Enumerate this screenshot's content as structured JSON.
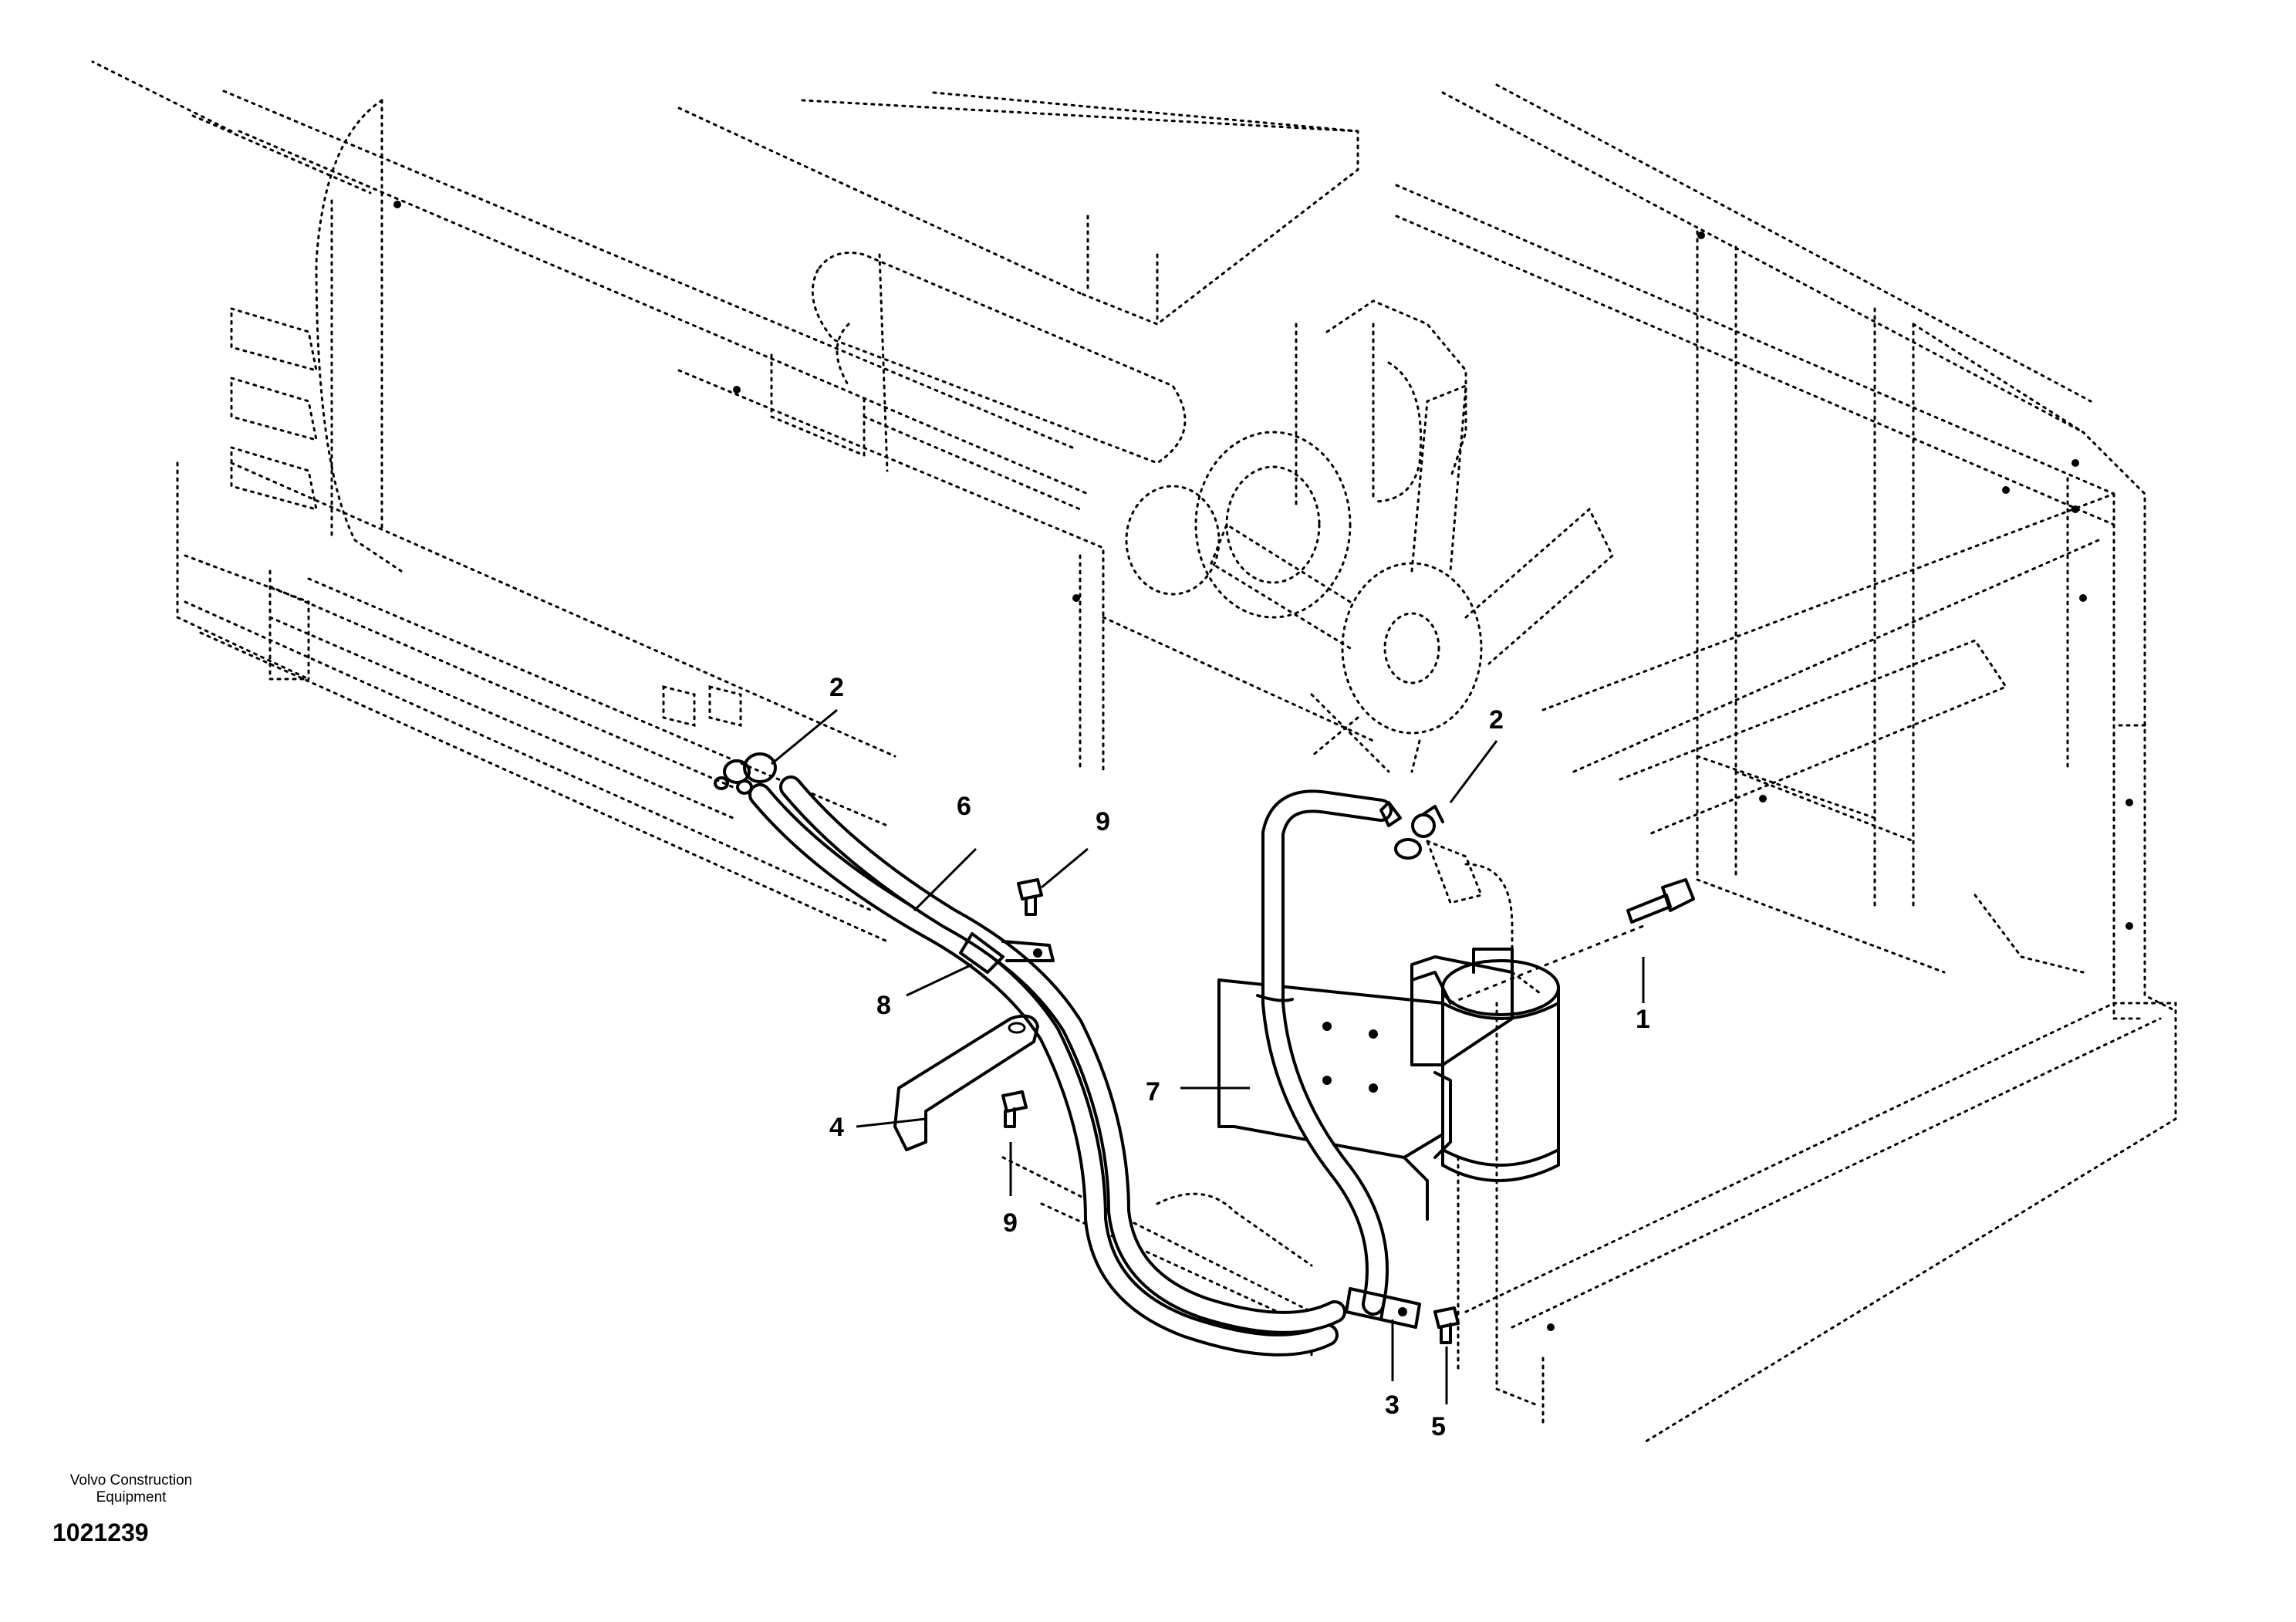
{
  "publisher": {
    "line1": "Volvo Construction",
    "line2": "Equipment"
  },
  "drawing_number": "1021239",
  "callouts": [
    "1",
    "2",
    "2",
    "3",
    "4",
    "5",
    "6",
    "7",
    "8",
    "9",
    "9"
  ]
}
